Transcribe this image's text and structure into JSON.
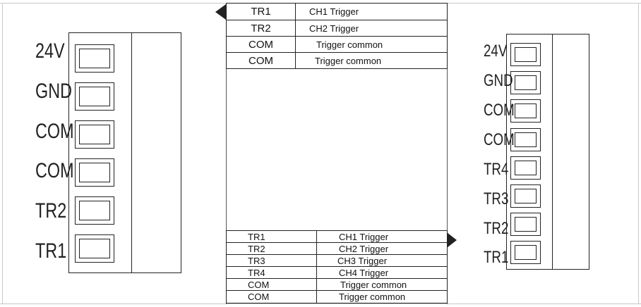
{
  "left_connector": {
    "pins": [
      "24V",
      "GND",
      "COM",
      "COM",
      "TR2",
      "TR1"
    ]
  },
  "top_table": {
    "rows": [
      {
        "pin": "TR1",
        "desc": "CH1 Trigger"
      },
      {
        "pin": "TR2",
        "desc": "CH2 Trigger"
      },
      {
        "pin": "COM",
        "desc": "Trigger common"
      },
      {
        "pin": "COM",
        "desc": "Trigger common"
      }
    ]
  },
  "bottom_table": {
    "rows": [
      {
        "pin": "TR1",
        "desc": "CH1 Trigger"
      },
      {
        "pin": "TR2",
        "desc": "CH2 Trigger"
      },
      {
        "pin": "TR3",
        "desc": "CH3 Trigger"
      },
      {
        "pin": "TR4",
        "desc": "CH4 Trigger"
      },
      {
        "pin": "COM",
        "desc": "Trigger common"
      },
      {
        "pin": "COM",
        "desc": "Trigger common"
      }
    ]
  },
  "right_connector": {
    "pins": [
      "24V",
      "GND",
      "COM",
      "COM",
      "TR4",
      "TR3",
      "TR2",
      "TR1"
    ]
  },
  "colors": {
    "line": "#222222",
    "frame": "#c9c9c9",
    "background": "#ffffff"
  }
}
